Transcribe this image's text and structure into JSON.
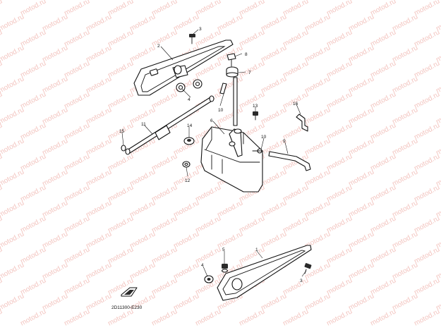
{
  "watermark": {
    "text": "motod.ru",
    "color": "#f3c4bf"
  },
  "diagram_code": "2D11300-E230",
  "callouts": {
    "c1": "1",
    "c2": "2",
    "c3a": "3",
    "c3b": "3",
    "c4a": "4",
    "c4b": "4",
    "c5": "5",
    "c6": "6",
    "c7": "7",
    "c8": "8",
    "c9": "9",
    "c10a": "10",
    "c10b": "10",
    "c11": "11",
    "c12": "12",
    "c13": "13",
    "c14": "14",
    "c15": "15",
    "c16": "16"
  },
  "icons": {
    "front_arrow": "front-direction-icon"
  }
}
